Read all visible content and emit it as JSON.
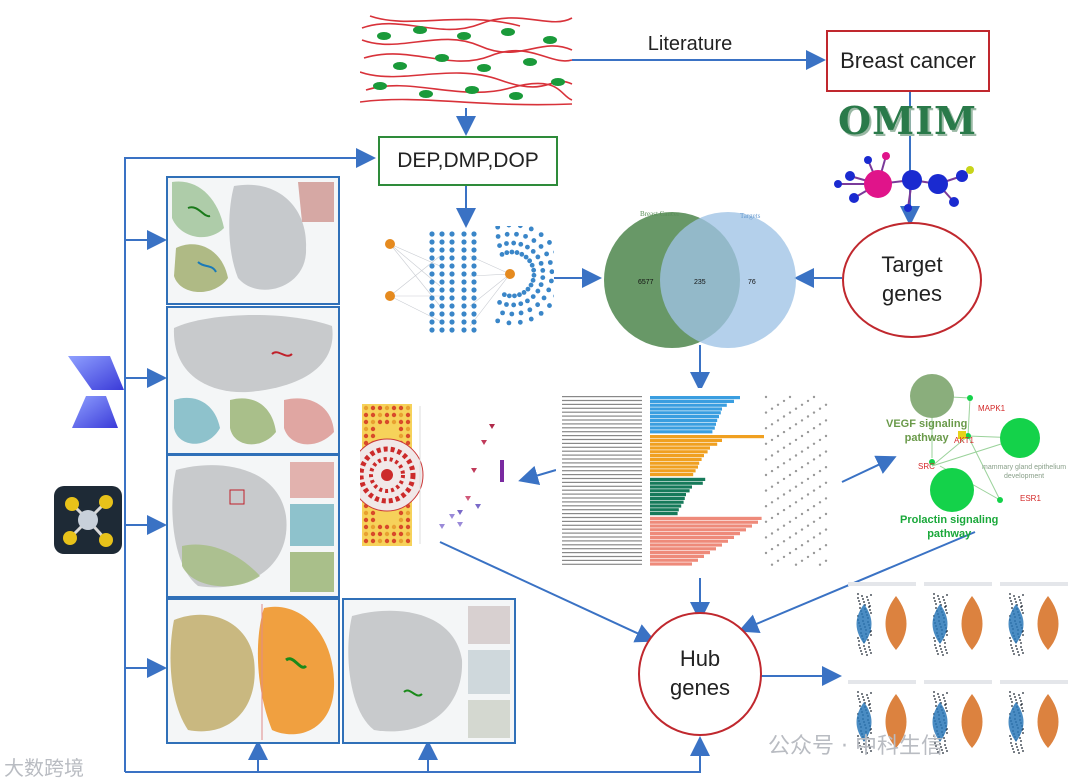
{
  "nodes": {
    "literature": "Literature",
    "breast_cancer": "Breast cancer",
    "omim": "OMIM",
    "dep": "DEP,DMP,DOP",
    "target_genes": "Target\ngenes",
    "hub_genes": "Hub\ngenes"
  },
  "venn": {
    "left_title": "Breast Cancer",
    "right_title": "Targets",
    "left_count": "6577",
    "overlap_count": "235",
    "right_count": "76",
    "left_color": "#5b8f5a",
    "right_color": "#9fc3e6"
  },
  "pathway": {
    "vegf": "VEGF signaling\npathway",
    "prolactin": "Prolactin signaling\npathway",
    "mammary": "mammary gland epithelium\ndevelopment",
    "genes": [
      "MAPK1",
      "AKT1",
      "SRC",
      "ESR1"
    ]
  },
  "watermarks": {
    "left": "大数跨境",
    "right": "公众号 · 中科生信"
  },
  "colors": {
    "arrow": "#3a72c4",
    "red_border": "#c0282e",
    "green_border": "#2e8b3a",
    "panel_border": "#3070b8"
  }
}
